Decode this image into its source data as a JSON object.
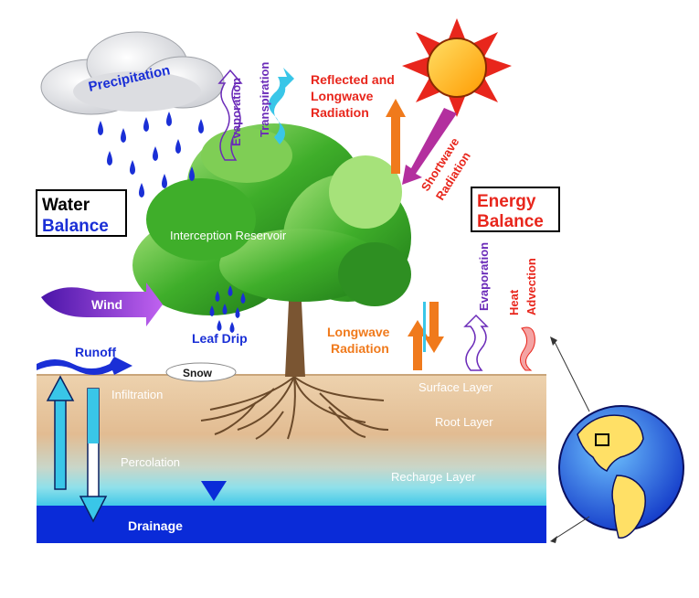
{
  "water_balance": {
    "line1": "Water",
    "line2": "Balance"
  },
  "energy_balance": {
    "line1": "Energy",
    "line2": "Balance"
  },
  "labels": {
    "precipitation": "Precipitation",
    "evaporation_left": "Evaporation",
    "transpiration": "Transpiration",
    "reflected_line1": "Reflected and",
    "reflected_line2": "Longwave",
    "reflected_line3": "Radiation",
    "shortwave_line1": "Shortwave",
    "shortwave_line2": "Radiation",
    "interception": "Interception Reservoir",
    "wind": "Wind",
    "leaf_drip": "Leaf Drip",
    "runoff": "Runoff",
    "snow": "Snow",
    "longwave_line1": "Longwave",
    "longwave_line2": "Radiation",
    "evaporation_right": "Evaporation",
    "heat_advection_line1": "Heat",
    "heat_advection_line2": "Advection",
    "infiltration": "Infiltration",
    "surface_layer": "Surface Layer",
    "root_layer": "Root Layer",
    "percolation": "Percolation",
    "recharge_layer": "Recharge Layer",
    "drainage": "Drainage"
  },
  "colors": {
    "water_blue": "#1a2fd6",
    "energy_red": "#e8261c",
    "longwave_orange": "#f07a1c",
    "wind_purple": "#8a2bd0",
    "soil_tan": "#e6c39a",
    "drainage_blue": "#0a2bd8",
    "foliage_green": "#3fae2a",
    "sun_yellow": "#ffc400"
  }
}
